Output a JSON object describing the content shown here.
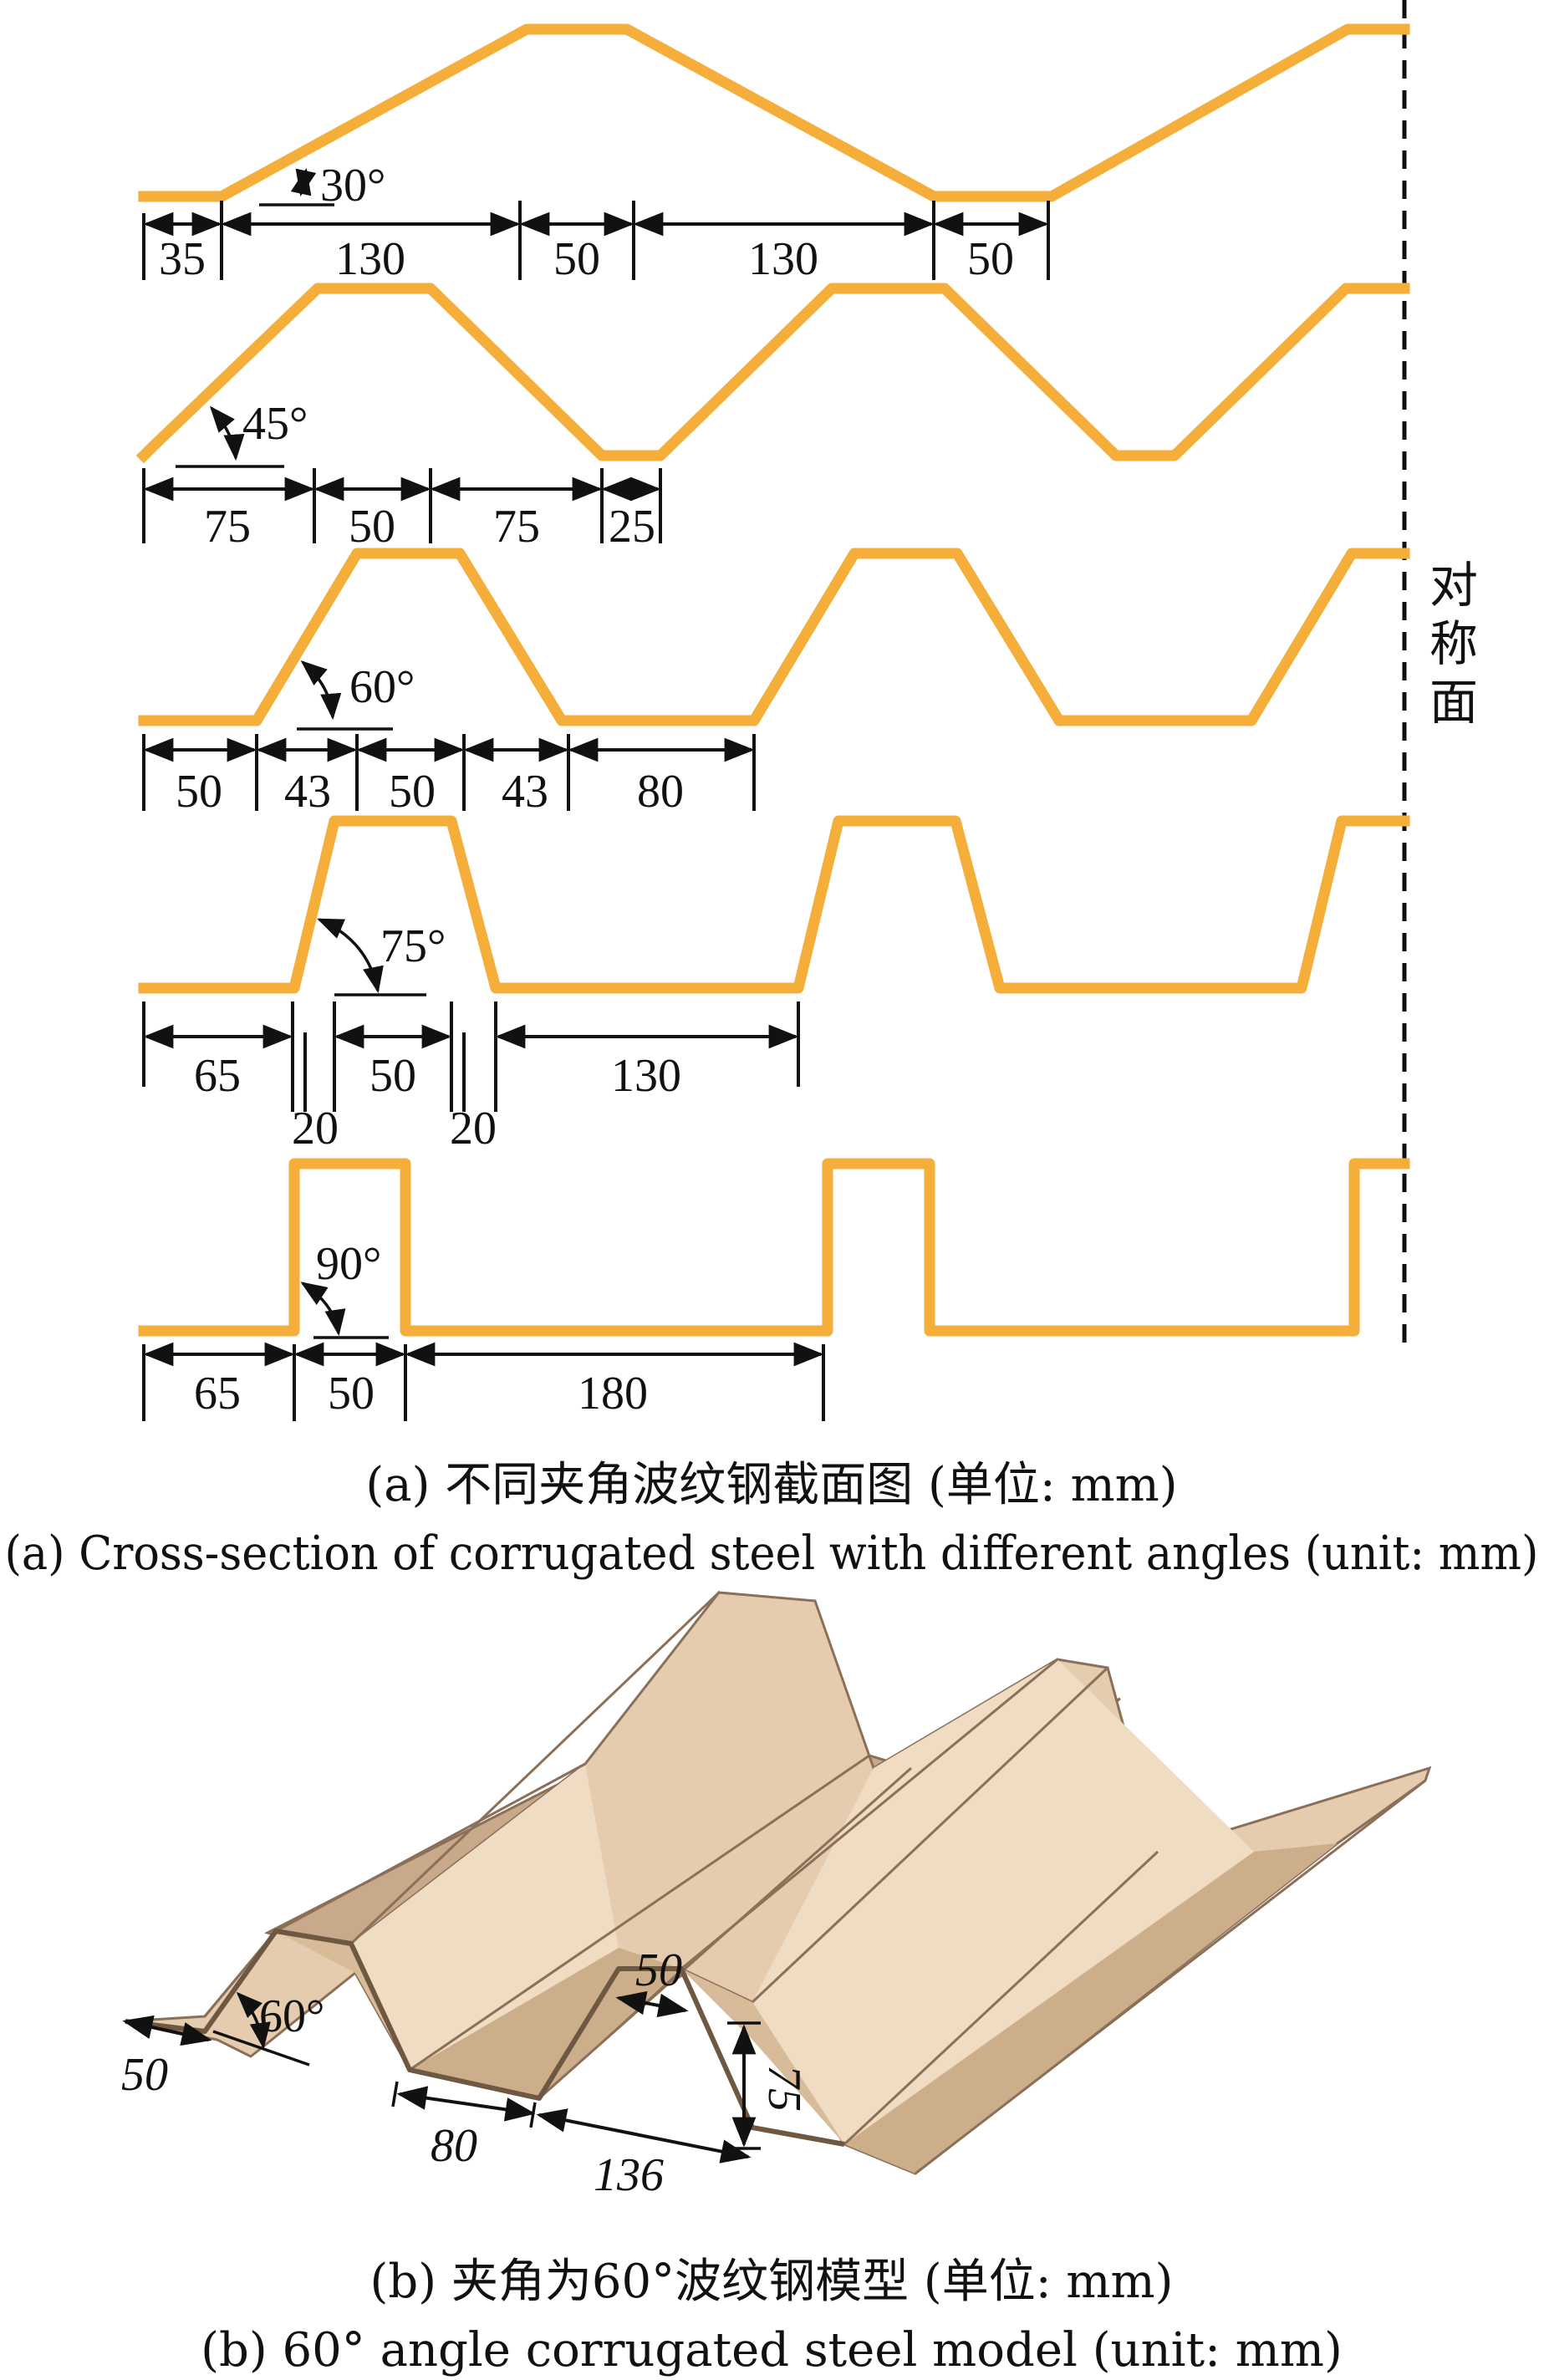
{
  "colors": {
    "steel_section": "#F5AE3A",
    "steel_edge": "#C98A1F",
    "model_top": "#E6CCAE",
    "model_dark": "#C8A98A",
    "model_edge": "#8A7058",
    "ink": "#111111"
  },
  "side_label": [
    "对",
    "称",
    "面"
  ],
  "sections": [
    {
      "id": "deg30",
      "angle": "30°",
      "dims": [
        "35",
        "130",
        "50",
        "130",
        "50"
      ]
    },
    {
      "id": "deg45",
      "angle": "45°",
      "dims": [
        "75",
        "50",
        "75",
        "25"
      ]
    },
    {
      "id": "deg60",
      "angle": "60°",
      "dims": [
        "50",
        "43",
        "50",
        "43",
        "80"
      ]
    },
    {
      "id": "deg75",
      "angle": "75°",
      "dims": [
        "65",
        "50",
        "130",
        "20",
        "20"
      ]
    },
    {
      "id": "deg90",
      "angle": "90°",
      "dims": [
        "65",
        "50",
        "180"
      ]
    }
  ],
  "captions": {
    "a_cn": "(a)  不同夹角波纹钢截面图 (单位: mm)",
    "a_en": "(a)  Cross-section of corrugated steel with different angles (unit: mm)",
    "b_cn": "(b)  夹角为60°波纹钢模型 (单位: mm)",
    "b_en": "(b)  60° angle corrugated steel model (unit: mm)"
  },
  "model": {
    "angle": "60°",
    "dims": [
      "50",
      "50",
      "80",
      "136",
      "75"
    ]
  }
}
